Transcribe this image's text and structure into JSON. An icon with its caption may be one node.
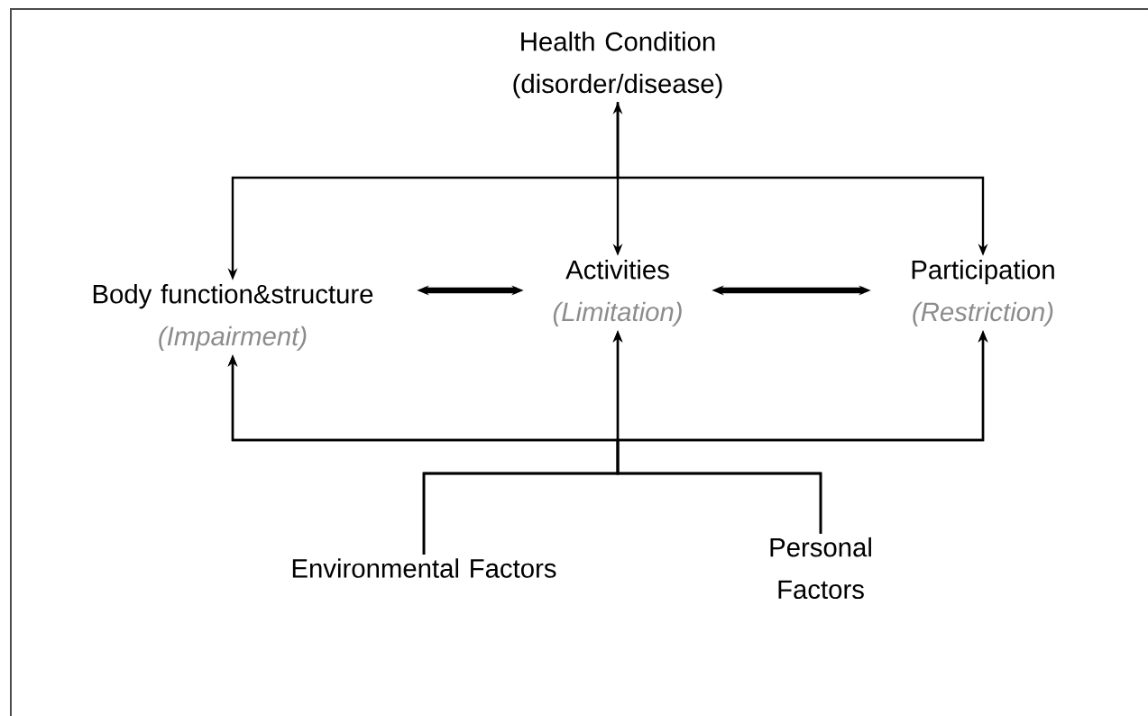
{
  "diagram": {
    "nodes": [
      {
        "text": [
          "Health Condition",
          "(disorder/disease)"
        ]
      },
      {
        "text": [
          "Body function&structure",
          "*(Impairment)*"
        ]
      },
      {
        "text": [
          "Activities",
          "*(Limitation)*"
        ]
      },
      {
        "text": [
          "Participation",
          "*(Restriction)*"
        ]
      },
      {
        "text": [
          "Environmental Factors"
        ]
      },
      {
        "text": [
          "Personal Factors"
        ]
      }
    ],
    "edges": [
      {
        "from": 0,
        "to": 1,
        "arrow": "to"
      },
      {
        "from": 0,
        "to": 2,
        "arrow": "both"
      },
      {
        "from": 0,
        "to": 3,
        "arrow": "to"
      },
      {
        "from": 1,
        "to": 2,
        "arrow": "both",
        "style": "thick"
      },
      {
        "from": 2,
        "to": 3,
        "arrow": "both",
        "style": "thick"
      },
      {
        "from": 4,
        "to": 1,
        "arrow": "to"
      },
      {
        "from": 4,
        "to": 2,
        "arrow": "to"
      },
      {
        "from": 4,
        "to": 3,
        "arrow": "to"
      },
      {
        "from": 5,
        "to": 1,
        "arrow": "to"
      },
      {
        "from": 5,
        "to": 2,
        "arrow": "to"
      },
      {
        "from": 5,
        "to": 3,
        "arrow": "to"
      }
    ]
  }
}
